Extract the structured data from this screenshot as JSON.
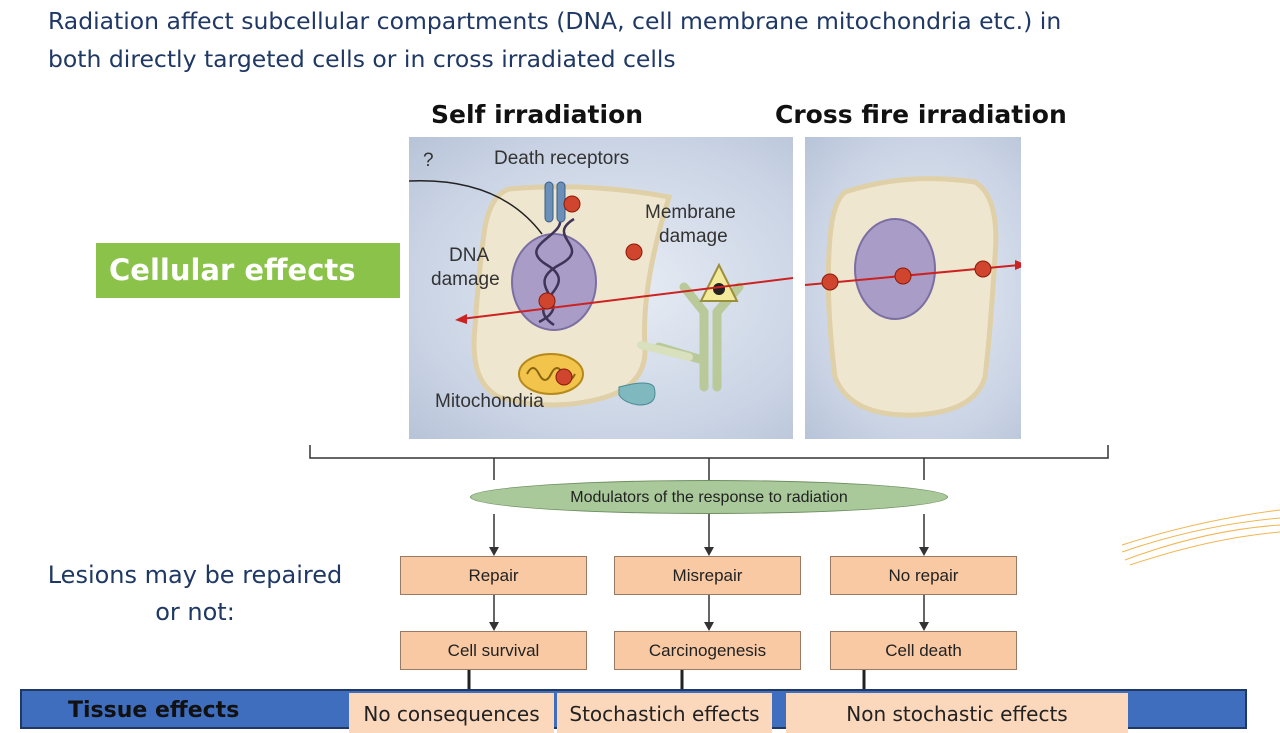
{
  "intro": {
    "line1": "Radiation affect subcellular compartments (DNA, cell membrane mitochondria etc.) in",
    "line2": "both directly targeted cells or in cross irradiated cells"
  },
  "sections": {
    "self": "Self irradiation",
    "cross": "Cross fire irradiation"
  },
  "cell_labels": {
    "question": "?",
    "death_receptors": "Death receptors",
    "membrane_line1": "Membrane",
    "membrane_line2": "damage",
    "dna_line1": "DNA",
    "dna_line2": "damage",
    "mitochondria": "Mitochondria"
  },
  "cellular_effects": "Cellular effects",
  "modulators": "Modulators of the response to radiation",
  "lesions": {
    "line1": "Lesions may be repaired",
    "line2": "or not:"
  },
  "outcomes": [
    {
      "response": "Repair",
      "result": "Cell survival"
    },
    {
      "response": "Misrepair",
      "result": "Carcinogenesis"
    },
    {
      "response": "No repair",
      "result": "Cell death"
    }
  ],
  "tissue": {
    "label": "Tissue effects",
    "items": [
      "No consequences",
      "Stochastich effects",
      "Non stochastic effects"
    ]
  },
  "colors": {
    "title_text": "#1f3864",
    "cellular_effects_bg": "#8bc34a",
    "oval_bg": "#a9c99a",
    "outcome_box": "#f8c9a3",
    "bottom_bar": "#3f6ebf",
    "tissue_box": "#fbd7bc",
    "radiation_arrow": "#cc2222"
  }
}
